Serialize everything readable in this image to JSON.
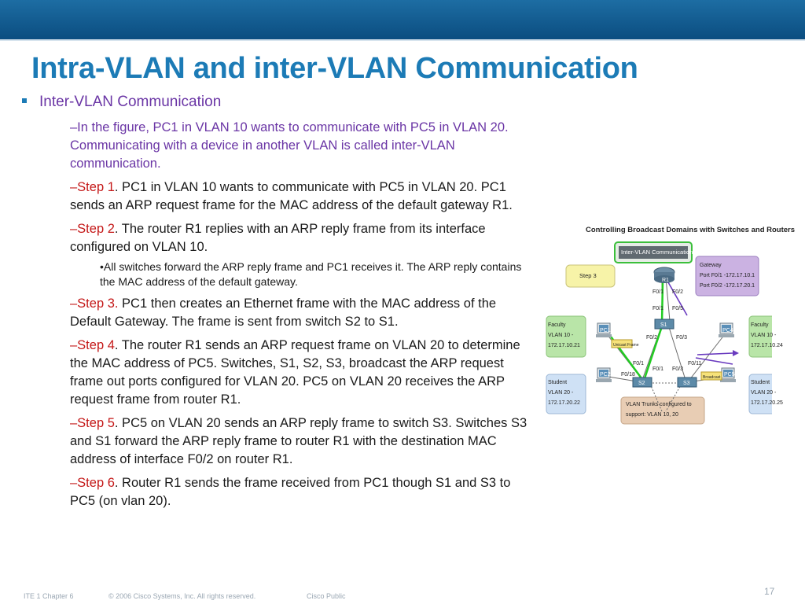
{
  "slide": {
    "title": "Intra-VLAN and inter-VLAN Communication",
    "bullet": "Inter-VLAN Communication",
    "intro": "–In the figure, PC1 in VLAN 10 wants to communicate with PC5 in VLAN 20. Communicating with a device in another VLAN is called inter-VLAN communication.",
    "steps": [
      {
        "label": "–Step 1",
        "text": ". PC1 in VLAN 10 wants to communicate with PC5 in VLAN 20. PC1 sends an ARP request frame for the MAC address of the default gateway R1."
      },
      {
        "label": "–Step 2",
        "text": ". The router R1 replies with an ARP reply frame from its interface configured on VLAN 10."
      },
      {
        "label": "–Step 3.",
        "text": " PC1 then creates an Ethernet frame with the MAC address of the Default Gateway. The frame is sent from switch S2 to S1."
      },
      {
        "label": "–Step 4",
        "text": ". The router R1 sends an ARP request frame on VLAN 20 to determine the MAC address of PC5. Switches, S1, S2, S3, broadcast the ARP request frame out ports configured for VLAN 20. PC5 on VLAN 20 receives the ARP request frame from router R1."
      },
      {
        "label": "–Step 5",
        "text": ". PC5 on VLAN 20 sends an ARP reply frame to switch S3. Switches S3 and S1 forward the ARP reply frame to router R1 with the destination MAC address of interface F0/2 on router R1."
      },
      {
        "label": "–Step 6",
        "text": ". Router R1 sends the frame received from PC1 though S1 and S3 to PC5 (on vlan 20)."
      }
    ],
    "step2_sub": "•All switches forward the ARP reply frame and PC1 receives it. The ARP reply contains the MAC address of the default gateway."
  },
  "figure": {
    "title": "Controlling Broadcast Domains with Switches and Routers",
    "banner": "Inter-VLAN Communication",
    "step": "Step 3",
    "gateway": [
      "Gateway",
      "Port F0/1 -172.17.10.1",
      "Port F0/2 -172.17.20.1"
    ],
    "faculty_left": [
      "Faculty",
      "VLAN 10 -",
      "172.17.10.21"
    ],
    "faculty_right": [
      "Faculty",
      "VLAN 10 -",
      "172.17.10.24"
    ],
    "student_left": [
      "Student",
      "VLAN 20 -",
      "172.17.20.22"
    ],
    "student_right": [
      "Student",
      "VLAN 20 -",
      "172.17.20.25"
    ],
    "trunk": [
      "VLAN Trunks configured to",
      "support: VLAN 10, 20"
    ],
    "devices": {
      "r1": "R1",
      "s1": "S1",
      "s2": "S2",
      "s3": "S3",
      "pc1": "PC1",
      "pc2": "PC2",
      "pc4": "PC4",
      "pc5": "PC5"
    },
    "ports": {
      "r1_f01": "F0/1",
      "r1_f02": "F0/2",
      "s1_f01": "F0/1",
      "s1_f05": "F0/5",
      "s1_f02": "F0/2",
      "s1_f03": "F0/3",
      "s2_f01": "F0/1",
      "s2_f018": "F0/18",
      "s3_f01": "F0/1",
      "s3_f03": "F0/3",
      "s3_f011": "F0/11"
    },
    "frame_left": "Unicast Frame",
    "frame_right": "Broadcast"
  },
  "footer": {
    "course": "ITE 1 Chapter 6",
    "copyright": "© 2006 Cisco Systems, Inc. All rights reserved.",
    "classification": "Cisco Public",
    "page": "17"
  },
  "colors": {
    "header": "#0b5a91",
    "title": "#1c7bb6",
    "bullet_text": "#6a35a5",
    "step_label": "#c41818"
  }
}
